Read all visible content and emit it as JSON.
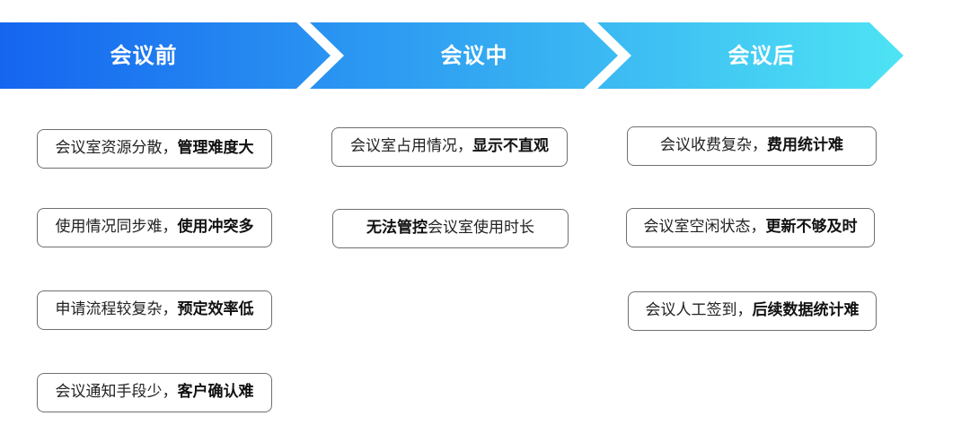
{
  "stages": [
    {
      "title": "会议前",
      "items": [
        {
          "normal": "会议室资源分散，",
          "bold": "管理难度大"
        },
        {
          "normal": "使用情况同步难，",
          "bold": "使用冲突多"
        },
        {
          "normal": "申请流程较复杂，",
          "bold": "预定效率低"
        },
        {
          "normal": "会议通知手段少，",
          "bold": "客户确认难"
        }
      ]
    },
    {
      "title": "会议中",
      "items": [
        {
          "normal": "会议室占用情况，",
          "bold": "显示不直观"
        },
        {
          "bold": "无法管控",
          "normal": "会议室使用时长"
        }
      ]
    },
    {
      "title": "会议后",
      "items": [
        {
          "normal": "会议收费复杂，",
          "bold": "费用统计难"
        },
        {
          "normal": "会议室空闲状态，",
          "bold": "更新不够及时"
        },
        {
          "normal": "会议人工签到，",
          "bold": "后续数据统计难"
        }
      ]
    }
  ],
  "colors": {
    "gradient_start": "#1565f0",
    "gradient_end": "#4ee3f4",
    "border": "#6f6f6f"
  }
}
